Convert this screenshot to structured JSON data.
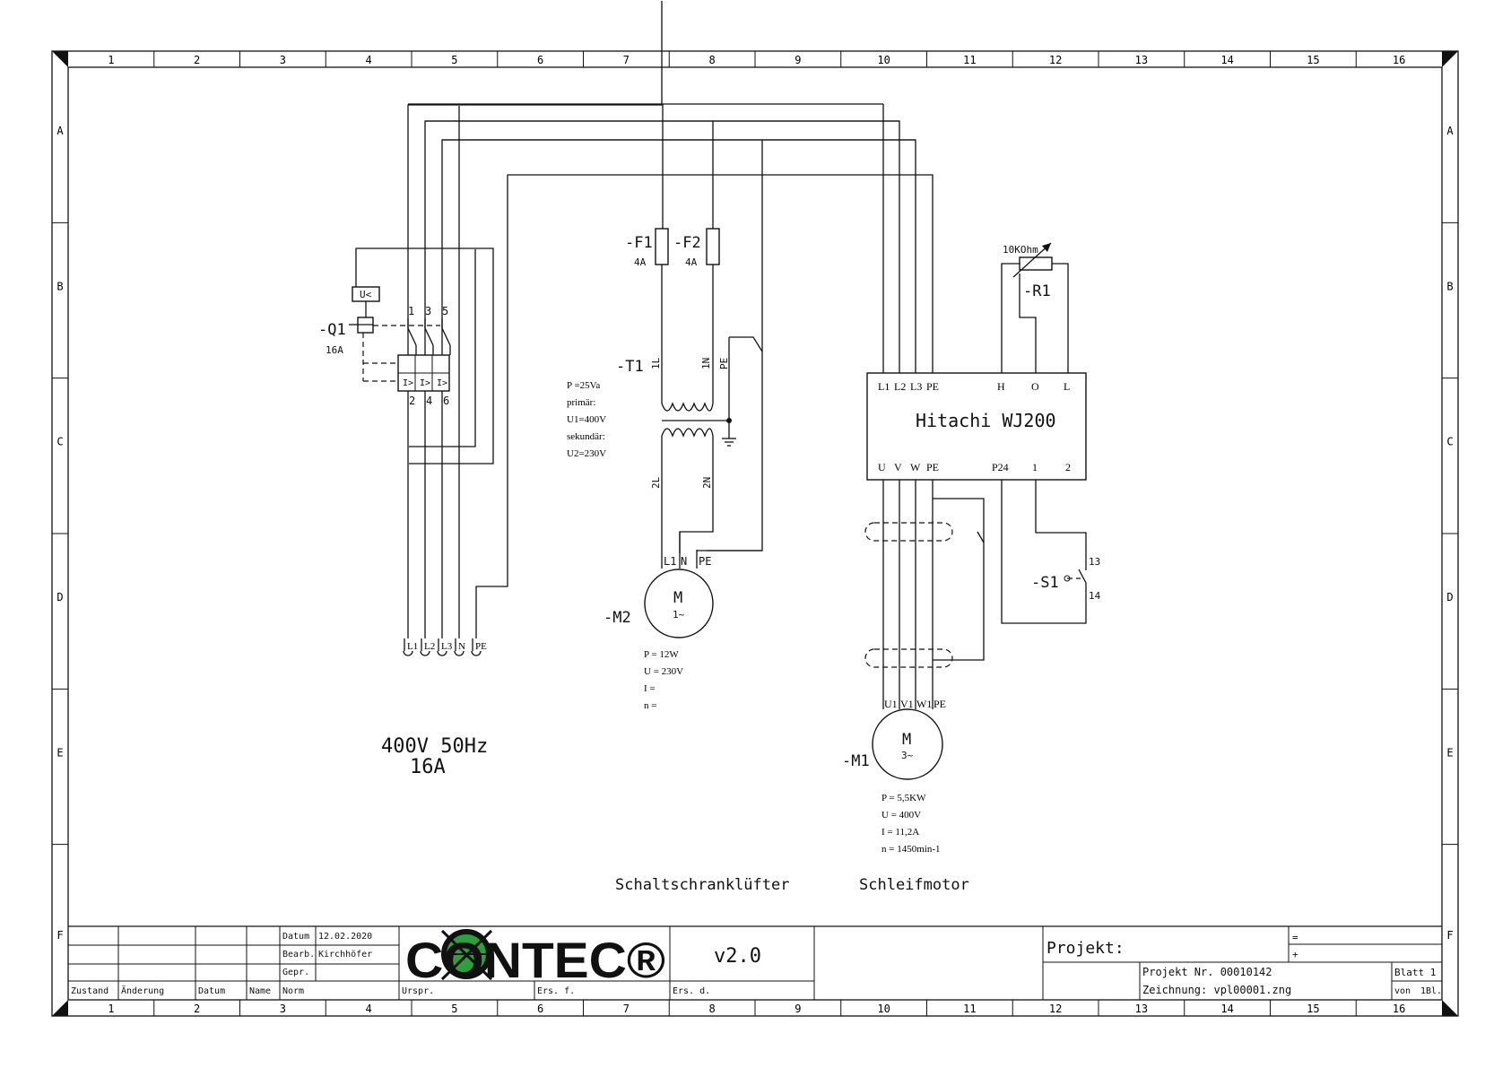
{
  "grid": {
    "columns": [
      "1",
      "2",
      "3",
      "4",
      "5",
      "6",
      "7",
      "8",
      "9",
      "10",
      "11",
      "12",
      "13",
      "14",
      "15",
      "16"
    ],
    "rows": [
      "A",
      "B",
      "C",
      "D",
      "E",
      "F"
    ]
  },
  "supply": {
    "terminals": [
      "L1",
      "L2",
      "L3",
      "N",
      "PE"
    ],
    "line1": "400V 50Hz",
    "line2": "16A"
  },
  "breaker": {
    "name": "-Q1",
    "rating": "16A",
    "undervoltage": "U<",
    "top_pins": [
      "1",
      "3",
      "5"
    ],
    "bottom_pins": [
      "2",
      "4",
      "6"
    ],
    "trip": "I>"
  },
  "fuses": [
    {
      "name": "-F1",
      "rating": "4A"
    },
    {
      "name": "-F2",
      "rating": "4A"
    }
  ],
  "transformer": {
    "name": "-T1",
    "pins_top": [
      "1L",
      "1N",
      "PE"
    ],
    "pins_bottom": [
      "2L",
      "2N"
    ],
    "specs": [
      "P =25Va",
      "primär:",
      "U1=400V",
      "sekundär:",
      "U2=230V"
    ]
  },
  "fan_motor": {
    "name": "-M2",
    "letter": "M",
    "type": "1~",
    "terminals": [
      "L1",
      "N",
      "PE"
    ],
    "specs": [
      "P = 12W",
      "U = 230V",
      "I =",
      "n ="
    ],
    "caption": "Schaltschranklüfter"
  },
  "vfd": {
    "title": "Hitachi WJ200",
    "top_terminals": [
      "L1",
      "L2",
      "L3",
      "PE",
      "H",
      "O",
      "L"
    ],
    "bottom_terminals": [
      "U",
      "V",
      "W",
      "PE",
      "P24",
      "1",
      "2"
    ]
  },
  "potentiometer": {
    "name": "-R1",
    "value": "10KOhm"
  },
  "switch": {
    "name": "-S1",
    "pin_top": "13",
    "pin_bottom": "14"
  },
  "main_motor": {
    "name": "-M1",
    "letter": "M",
    "type": "3~",
    "terminals": [
      "U1",
      "V1",
      "W1",
      "PE"
    ],
    "specs": [
      "P = 5,5KW",
      "U = 400V",
      "I = 11,2A",
      "n = 1450min-1"
    ],
    "caption": "Schleifmotor"
  },
  "title_block": {
    "datum_label": "Datum",
    "datum_value": "12.02.2020",
    "bearb_label": "Bearb.",
    "bearb_value": "Kirchhöfer",
    "gepr_label": "Gepr.",
    "norm_label": "Norm",
    "zustand": "Zustand",
    "aenderung": "Änderung",
    "datum": "Datum",
    "name": "Name",
    "urspr": "Urspr.",
    "ers_f": "Ers. f.",
    "ers_d": "Ers. d.",
    "logo": "CONTEC®",
    "version": "v2.0",
    "projekt_label": "Projekt:",
    "projekt_nr": "Projekt Nr. 00010142",
    "zeichnung": "Zeichnung: vpl00001.zng",
    "eq": "=",
    "plus": "+",
    "blatt": "Blatt 1",
    "von": "von",
    "von_bl": "1Bl."
  }
}
